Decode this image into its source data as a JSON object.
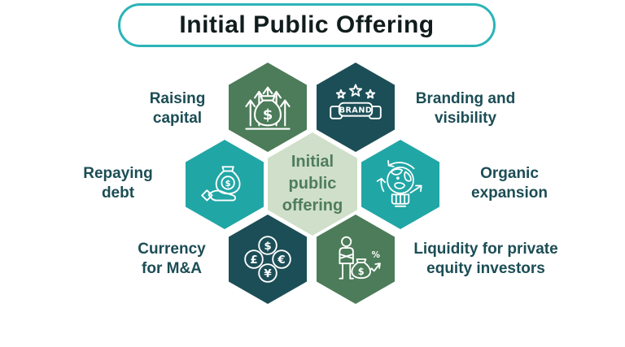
{
  "title": {
    "text": "Initial Public Offering"
  },
  "center_hexagon": {
    "label": "Initial public offering",
    "bg": "#CFDFC9",
    "text_color": "#4F7D5B"
  },
  "nodes": [
    {
      "id": "raising-capital",
      "label": "Raising capital",
      "icon": "growth-arrows-money-bag-icon",
      "color": "#4C7C59"
    },
    {
      "id": "branding-visibility",
      "label": "Branding and visibility",
      "icon": "brand-ribbon-stars-icon",
      "color": "#1C4E57"
    },
    {
      "id": "repaying-debt",
      "label": "Repaying debt",
      "icon": "hand-money-bag-icon",
      "color": "#21A6A6"
    },
    {
      "id": "organic-expansion",
      "label": "Organic expansion",
      "icon": "globe-arrows-hand-icon",
      "color": "#21A6A6"
    },
    {
      "id": "currency-ma",
      "label": "Currency for M&A",
      "icon": "currency-circles-icon",
      "color": "#1C4E57"
    },
    {
      "id": "liquidity-private-equity",
      "label": "Liquidity for private equity investors",
      "icon": "investor-money-growth-icon",
      "color": "#4C7C59"
    }
  ],
  "glyphs": {
    "brand": "BRAND",
    "dollar": "$",
    "pound": "£",
    "euro": "€",
    "yen": "¥",
    "percent": "%"
  },
  "colors": {
    "title_border": "#2BB4B8",
    "title_text": "#111C1C",
    "label_text": "#1C4D55",
    "icon_stroke": "#FFFFFF",
    "background": "#FFFFFF"
  }
}
